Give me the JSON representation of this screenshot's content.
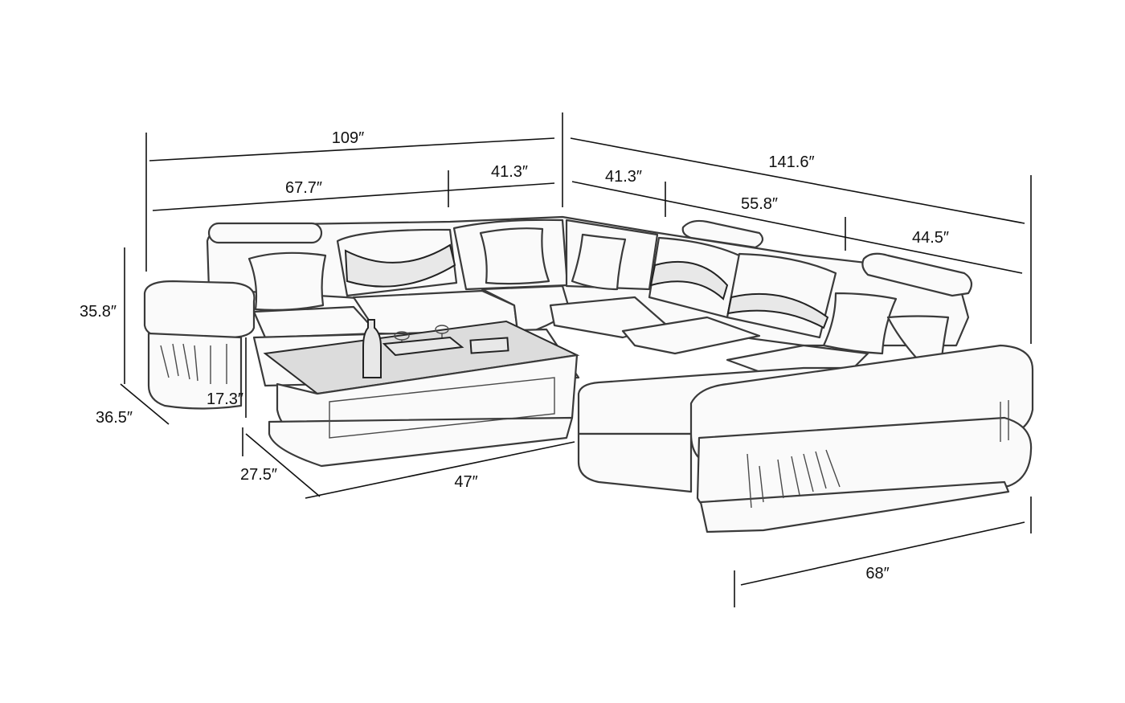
{
  "diagram": {
    "dimensions": {
      "overall_left_width": "109″",
      "left_seat_width": "67.7″",
      "left_corner_width": "41.3″",
      "right_corner_width": "41.3″",
      "overall_right_width": "141.6″",
      "right_middle_width": "55.8″",
      "right_end_width": "44.5″",
      "height": "35.8″",
      "left_depth": "36.5″",
      "seat_height": "17.3″",
      "table_depth": "27.5″",
      "table_width": "47″",
      "chaise_width": "68″"
    }
  }
}
